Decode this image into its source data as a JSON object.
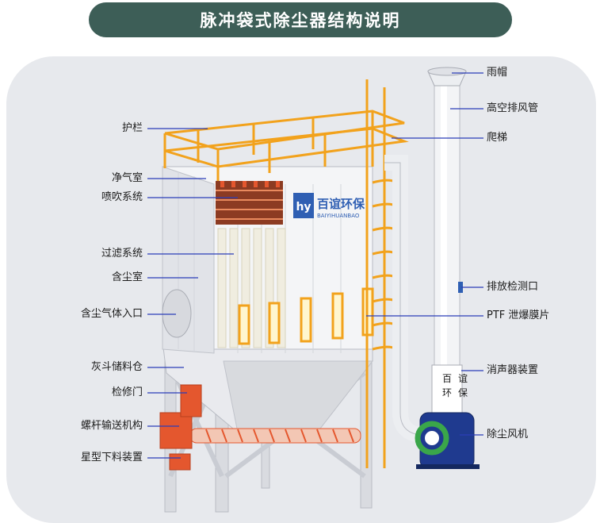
{
  "title": "脉冲袋式除尘器结构说明",
  "logo": {
    "text_cn": "百谊环保",
    "text_en": "BAIYIHUANBAO"
  },
  "silencer_text": [
    "百",
    "谊",
    "环",
    "保"
  ],
  "labels_left": [
    "护栏",
    "净气室",
    "喷吹系统",
    "过滤系统",
    "含尘室",
    "含尘气体入口",
    "灰斗储料仓",
    "检修门",
    "螺杆输送机构",
    "星型下料装置"
  ],
  "labels_right": [
    "雨帽",
    "高空排风管",
    "爬梯",
    "排放检测口",
    "PTF 泄爆膜片",
    "消声器装置",
    "除尘风机"
  ],
  "colors": {
    "title_bg": "#3d5e57",
    "panel_bg": "#e7e9ed",
    "leader_line": "#2b3db8",
    "railing": "#f2a21c",
    "accent_red": "#e4572e",
    "fan_blue": "#1f3a8f",
    "fan_green": "#3aa64a"
  }
}
